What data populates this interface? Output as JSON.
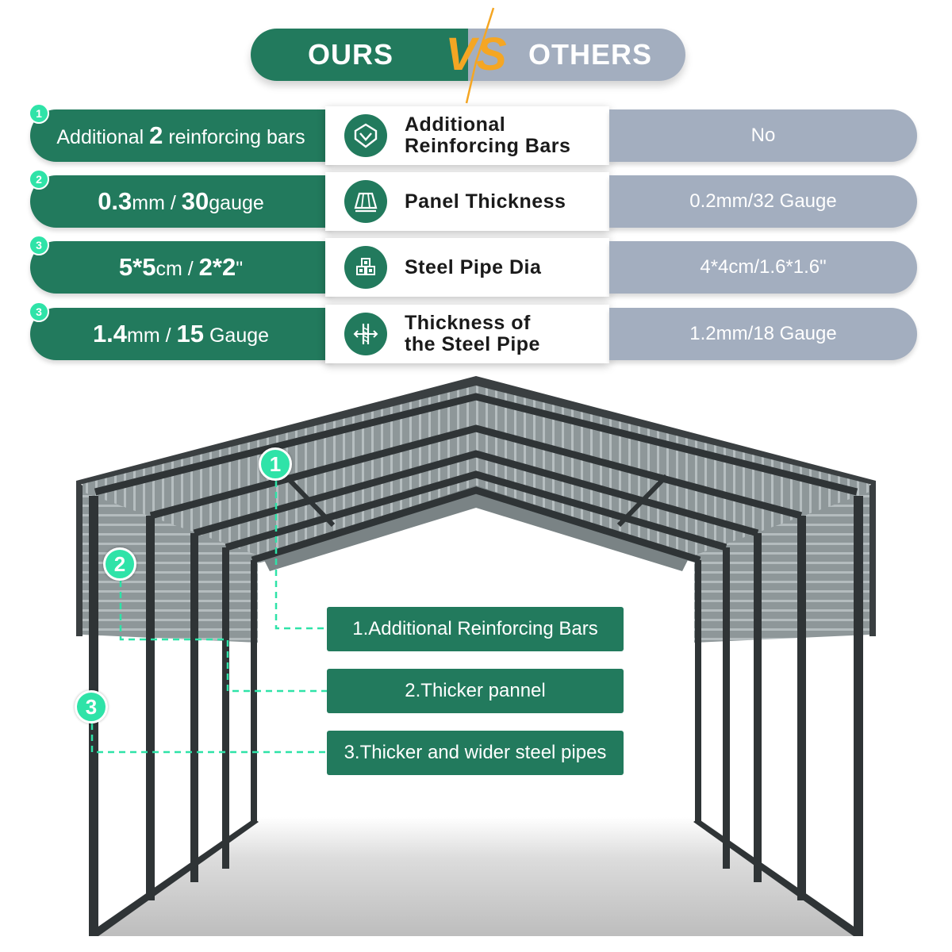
{
  "header": {
    "ours": "OURS",
    "vs": "VS",
    "others": "OTHERS"
  },
  "rows": [
    {
      "num": "1",
      "ours_pre": "Additional ",
      "ours_big": "2",
      "ours_post": " reinforcing bars",
      "feature": [
        "Additional",
        "Reinforcing Bars"
      ],
      "icon": "diamond-shield-icon",
      "others": "No"
    },
    {
      "num": "2",
      "ours_big1": "0.3",
      "ours_sm1": "mm / ",
      "ours_big2": "30",
      "ours_sm2": "gauge",
      "feature": [
        "Panel Thickness"
      ],
      "icon": "panel-layers-icon",
      "others": "0.2mm/32 Gauge"
    },
    {
      "num": "3",
      "ours_big1": "5*5",
      "ours_sm1": "cm / ",
      "ours_big2": "2*2",
      "ours_sm2": "\"",
      "feature": [
        "Steel Pipe Dia"
      ],
      "icon": "steel-pipes-icon",
      "others": "4*4cm/1.6*1.6\""
    },
    {
      "num": "3",
      "ours_big1": "1.4",
      "ours_sm1": "mm / ",
      "ours_big2": "15",
      "ours_sm2": " Gauge",
      "feature": [
        "Thickness of",
        "the Steel Pipe"
      ],
      "icon": "pipe-thickness-icon",
      "others": "1.2mm/18 Gauge"
    }
  ],
  "callouts": [
    {
      "num": "1",
      "label": "1.Additional Reinforcing Bars"
    },
    {
      "num": "2",
      "label": "2.Thicker pannel"
    },
    {
      "num": "3",
      "label": "3.Thicker and wider steel pipes"
    }
  ],
  "colors": {
    "ours": "#227a5d",
    "others": "#a3aebf",
    "accent": "#2fe3a8",
    "vs": "#f5a623"
  }
}
